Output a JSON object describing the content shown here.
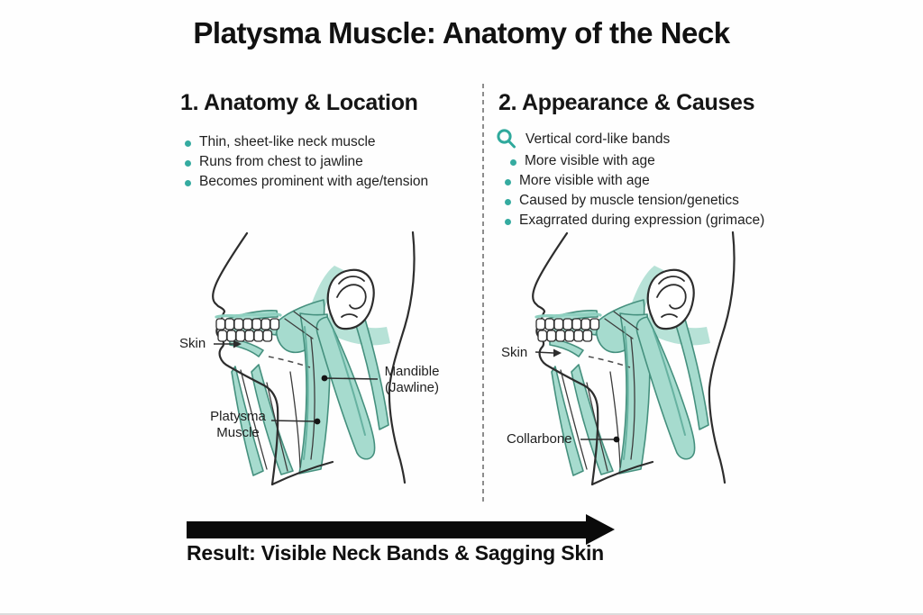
{
  "page": {
    "title": "Platysma Muscle: Anatomy of the Neck"
  },
  "panels": {
    "left": {
      "heading": "1. Anatomy & Location",
      "bullets": [
        "Thin, sheet-like neck muscle",
        "Runs from chest to jawline",
        "Becomes prominent with age/tension"
      ]
    },
    "right": {
      "heading": "2. Appearance & Causes",
      "magnifier_item": "Vertical cord-like bands",
      "bullets": [
        "More visible with age",
        "More visible with age",
        "Caused by muscle tension/genetics",
        "Exagrrated during expression (grimace)"
      ]
    }
  },
  "figures": {
    "left": {
      "labels": {
        "skin": "Skin",
        "mandible_line1": "Mandible",
        "mandible_line2": "(Jawline)",
        "platysma_line1": "Platysma",
        "platysma_line2": "Muscle"
      }
    },
    "right": {
      "labels": {
        "skin": "Skin",
        "collarbone": "Collarbone"
      }
    }
  },
  "footer": {
    "result": "Result: Visible Neck Bands & Sagging Skin"
  },
  "icons": {
    "magnifier": "search-icon",
    "bullet": "bullet-dot",
    "arrow": "result-arrow"
  },
  "colors": {
    "teal_accent": "#2fa99c",
    "bullet_teal": "#35aba0",
    "muscle_fill": "#a6dbce",
    "muscle_shade": "#b7e2d7",
    "muscle_stroke": "#45907e",
    "outline": "#2d2d2d",
    "arrow_black": "#0a0a0a"
  }
}
